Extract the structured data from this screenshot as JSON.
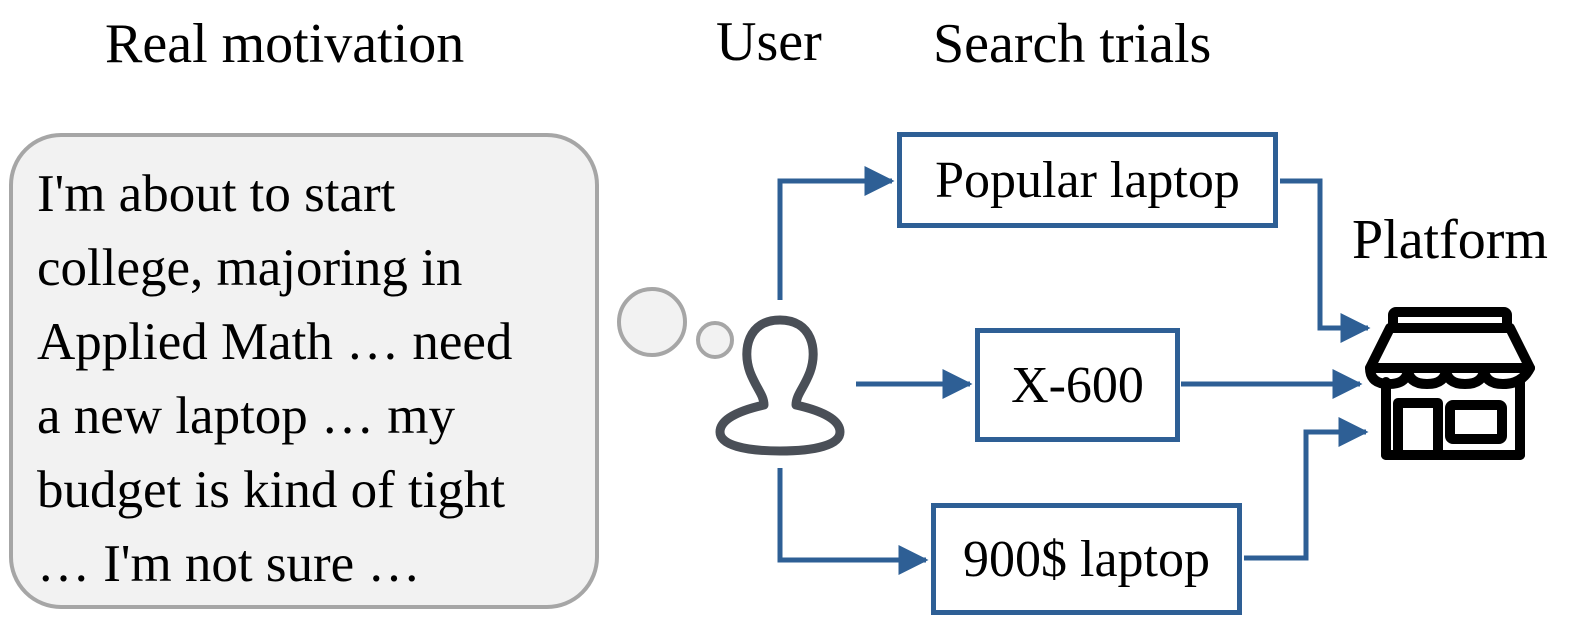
{
  "headings": {
    "real_motivation": "Real motivation",
    "user": "User",
    "search_trials": "Search trials",
    "platform": "Platform"
  },
  "thought": {
    "lines": [
      "I'm about to start",
      "college, majoring in",
      "Applied Math … need",
      "a new laptop … my",
      "budget is kind of tight",
      "… I'm not sure …"
    ]
  },
  "search_trials": [
    {
      "label": "Popular laptop"
    },
    {
      "label": "X-600"
    },
    {
      "label": "900$ laptop"
    }
  ],
  "icons": {
    "user": "user-icon",
    "platform": "store-icon"
  },
  "colors": {
    "flow": "#2e5f95",
    "thought_fill": "#f2f2f2",
    "thought_border": "#a6a6a6",
    "user_icon": "#4a4f57"
  }
}
